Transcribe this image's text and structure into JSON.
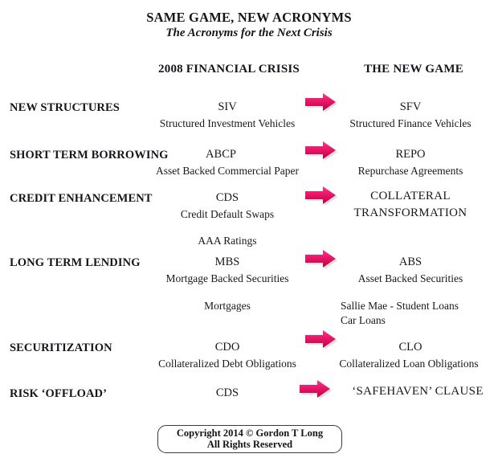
{
  "document": {
    "title": "SAME GAME, NEW ACRONYMS",
    "subtitle": "The Acronyms for the Next Crisis",
    "accent_color": "#EC1A6E",
    "text_color": "#17181E",
    "background_color": "#FFFFFF"
  },
  "columns": {
    "left_header": "2008 FINANCIAL CRISIS",
    "right_header": "THE NEW GAME"
  },
  "rows": [
    {
      "label": "NEW STRUCTURES",
      "old_acronym": "SIV",
      "old_desc": "Structured Investment Vehicles",
      "new_acronym": "SFV",
      "new_desc": "Structured Finance Vehicles",
      "arrow": "right-arrow-icon"
    },
    {
      "label": "SHORT TERM BORROWING",
      "old_acronym": "ABCP",
      "old_desc": "Asset Backed Commercial  Paper",
      "new_acronym": "REPO",
      "new_desc": "Repurchase Agreements",
      "arrow": "right-arrow-icon"
    },
    {
      "label": "CREDIT ENHANCEMENT",
      "old_acronym": "CDS",
      "old_desc": "Credit Default Swaps",
      "new_acronym": "COLLATERAL",
      "new_desc": "TRANSFORMATION",
      "arrow": "right-arrow-icon"
    },
    {
      "label": "LONG TERM LENDING",
      "old_note": "AAA Ratings",
      "old_acronym": "MBS",
      "old_desc": "Mortgage Backed Securities",
      "new_acronym": "ABS",
      "new_desc": "Asset Backed Securities",
      "arrow": "right-arrow-icon"
    },
    {
      "label": "",
      "old_acronym": "Mortgages",
      "new_desc_line1": "Sallie Mae - Student Loans",
      "new_desc_line2": "Car Loans"
    },
    {
      "label": "SECURITIZATION",
      "old_acronym": "CDO",
      "old_desc": "Collateralized Debt Obligations",
      "new_acronym": "CLO",
      "new_desc": "Collateralized Loan Obligations",
      "arrow": "right-arrow-icon"
    },
    {
      "label": "RISK ‘OFFLOAD’",
      "old_acronym": "CDS",
      "new_acronym": "‘SAFEHAVEN’ CLAUSE",
      "arrow": "right-arrow-icon"
    }
  ],
  "footer": {
    "line1": "Copyright 2014 © Gordon T Long",
    "line2": "All Rights Reserved"
  }
}
